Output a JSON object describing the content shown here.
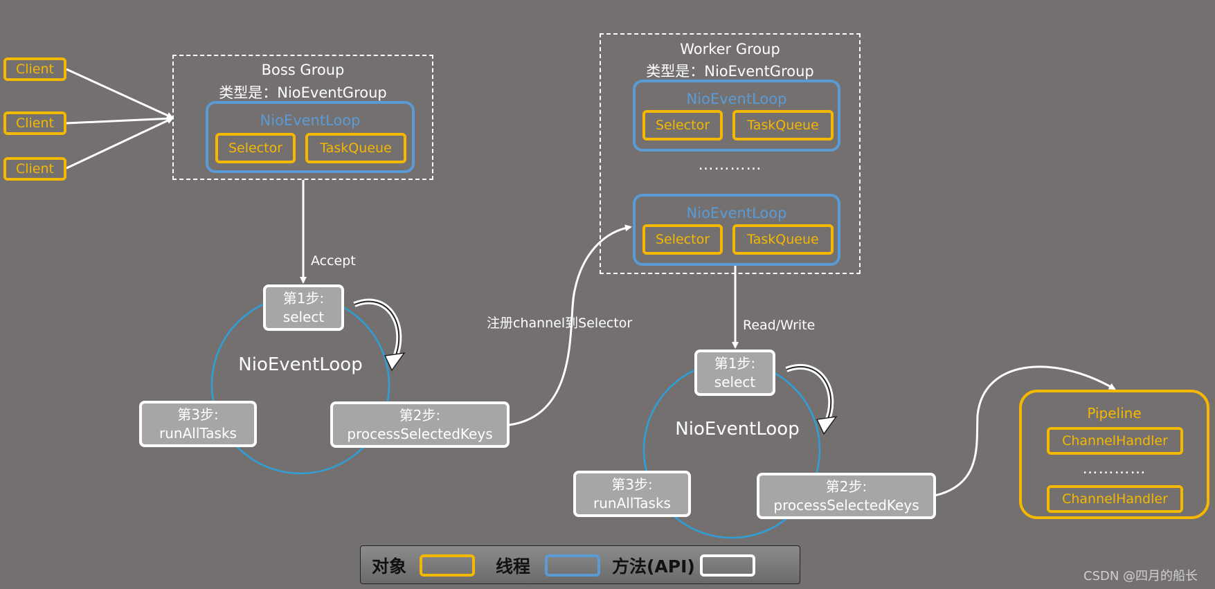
{
  "clients": [
    "Client",
    "Client",
    "Client"
  ],
  "boss_group": {
    "title": "Boss Group",
    "type_label": "类型是：NioEventGroup",
    "loop_label": "NioEventLoop",
    "selector": "Selector",
    "task_queue": "TaskQueue"
  },
  "worker_group": {
    "title": "Worker Group",
    "type_label": "类型是：NioEventGroup",
    "loops": [
      {
        "label": "NioEventLoop",
        "selector": "Selector",
        "task_queue": "TaskQueue"
      },
      {
        "label": "NioEventLoop",
        "selector": "Selector",
        "task_queue": "TaskQueue"
      }
    ],
    "ellipsis": "…………"
  },
  "edges": {
    "accept": "Accept",
    "register": "注册channel到Selector",
    "read_write": "Read/Write"
  },
  "boss_cycle": {
    "center_label": "NioEventLoop",
    "step1": {
      "title": "第1步:",
      "name": "select"
    },
    "step2": {
      "title": "第2步:",
      "name": "processSelectedKeys"
    },
    "step3": {
      "title": "第3步:",
      "name": "runAllTasks"
    }
  },
  "worker_cycle": {
    "center_label": "NioEventLoop",
    "step1": {
      "title": "第1步:",
      "name": "select"
    },
    "step2": {
      "title": "第2步:",
      "name": "processSelectedKeys"
    },
    "step3": {
      "title": "第3步:",
      "name": "runAllTasks"
    }
  },
  "pipeline": {
    "title": "Pipeline",
    "handlers": [
      "ChannelHandler",
      "ChannelHandler"
    ],
    "ellipsis": "…………"
  },
  "legend": {
    "object": "对象",
    "thread": "线程",
    "method": "方法(API)"
  },
  "watermark": "CSDN @四月的船长",
  "colors": {
    "background": "#747070",
    "object": "#f5b800",
    "thread": "#5b9bd5",
    "method": "#ffffff",
    "method_fill": "#a6a6a6"
  }
}
